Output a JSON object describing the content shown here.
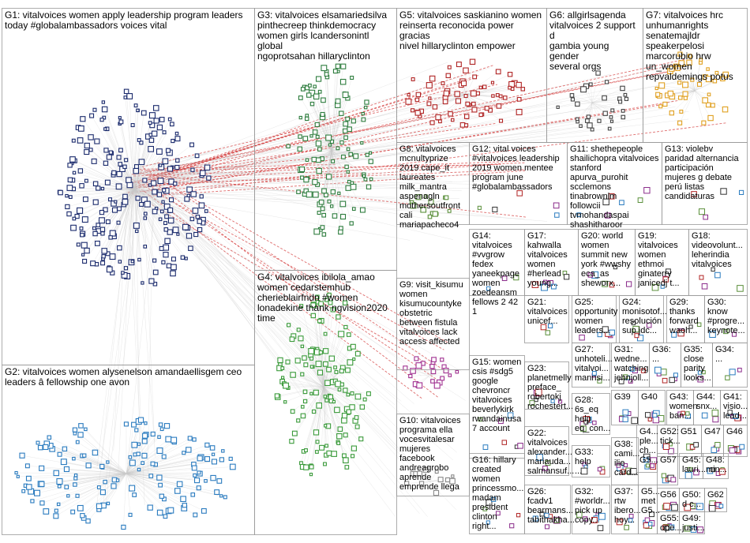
{
  "colors": {
    "G1": "#1a2a6c",
    "G2": "#2a7bbf",
    "G3": "#2e7d3e",
    "G4": "#3a9a3a",
    "G5": "#b02424",
    "G6": "#444444",
    "G7": "#e0a020",
    "G8": "#5a8f3a",
    "G9": "#a03090",
    "G10": "#8a8a8a",
    "edge": "#c8c8c8",
    "edge_strong": "#d23030",
    "border": "#999999"
  },
  "groups": [
    {
      "id": "G1",
      "text": "G1: vitalvoices women apply leadership program leaders\ntoday #globalambassadors voices vital"
    },
    {
      "id": "G2",
      "text": "G2: vitalvoices women alysenelson amandaellisgem ceo\nleaders â fellowship one avon"
    },
    {
      "id": "G3",
      "text": "G3: vitalvoices elsamariedsilva\npinthecreep thinkdemocracy\nwomen girls lcandersonintl global\nngoprotsahan hillaryclinton"
    },
    {
      "id": "G4",
      "text": "G4: vitalvoices ibilola_amao\nwomen cedarstemhub\ncherieblairfndn #women\nlonadekine thank ngvision2020\ntime"
    },
    {
      "id": "G5",
      "text": "G5: vitalvoices saskianino women\nreinserta reconocida power gracias\nnivel hillaryclinton empower"
    },
    {
      "id": "G6",
      "text": "G6: allgirlsagenda\nvitalvoices 2 support d\ngambia young gender\nseveral orgs"
    },
    {
      "id": "G7",
      "text": "G7: vitalvoices hrc\nunhumanrights\nsenatemajldr\nspeakerpelosi\nmarcorubio hrw\nun_women\nrepvaldemings potus"
    },
    {
      "id": "G8",
      "text": "G8: vitalvoices\nmcnultyprize\n2019 cape_it\nlaureates\nmilk_mantra\naspenagln\nmothersoutfront\ncali\nmariapacheco4"
    },
    {
      "id": "G12",
      "text": "G12: vital voices\n#vitalvoices leadership\n2019 women mentee\nprogram june\n#globalambassadors"
    },
    {
      "id": "G11",
      "text": "G11: shethepeople\nshailichopra vitalvoices\nstanford\napurva_purohit\nscclemons tinabrownlm\nfollowcii\ntvmohandaspai\nshashitharoor"
    },
    {
      "id": "G13",
      "text": "G13: violebv\nparidad alternancia\nparticipación\nmujeres g debate\nperú listas\ncandidaturas"
    },
    {
      "id": "G14",
      "text": "G14:\nvitalvoices\n#vvgrow\nfedex\nyaneekpage\nwomen\nzoedeansm\nfellows 2 42\n1"
    },
    {
      "id": "G17",
      "text": "G17:\nkahwalla\nvitalvoices\nwomen\n#herlead\nyoung..."
    },
    {
      "id": "G20",
      "text": "G20: world\nwomen\nsummit new\nyork #wwshy\neca_as\nsheworx..."
    },
    {
      "id": "G19",
      "text": "G19:\nvitalvoices\nwomen\nethmoi\nginaterry\njanicedj t..."
    },
    {
      "id": "G18",
      "text": "G18:\nvideovolunt...\nleherindia\nvitalvoices"
    },
    {
      "id": "G9",
      "text": "G9: visit_kisumu\nwomen\nkisumucountyke\nobstetric\nbetween fistula\nvitalvoices lack\naccess affected"
    },
    {
      "id": "G21",
      "text": "G21:\nvitalvoices\nunicef..."
    },
    {
      "id": "G25",
      "text": "G25:\nopportunity\nwomen\nleaders..."
    },
    {
      "id": "G24",
      "text": "G24:\nmonisotof...\nresolución\nsup jdc..."
    },
    {
      "id": "G29",
      "text": "G29:\nthanks\nforward\nwaoh..."
    },
    {
      "id": "G30",
      "text": "G30:\nknow\n#progre...\nkeynote..."
    },
    {
      "id": "G15",
      "text": "G15: women\ncsis #sdg5\ngoogle\nchevroncr\nvitalvoices\nbeverlykirk\nrwandainusa\n7 account"
    },
    {
      "id": "G23",
      "text": "G23:\nplanetmelly\npreface_\nrobertokj\nrochestert..."
    },
    {
      "id": "G27",
      "text": "G27:\nunhoteli...\nvitalvoi...\nmannsi..."
    },
    {
      "id": "G31",
      "text": "G31:\nwedne...\nwatching\njehnjoll..."
    },
    {
      "id": "G36",
      "text": "G36:\n..."
    },
    {
      "id": "G35",
      "text": "G35:\nclose\nparity\nlooks..."
    },
    {
      "id": "G34",
      "text": "G34:\n..."
    },
    {
      "id": "G28",
      "text": "G28:\n6s_eq\nhelp\neq_con..."
    },
    {
      "id": "G39",
      "text": "G39"
    },
    {
      "id": "G40",
      "text": "G40"
    },
    {
      "id": "G43",
      "text": "G43:\nwomen\nban..."
    },
    {
      "id": "G44",
      "text": "G44:\nsnx..."
    },
    {
      "id": "G41",
      "text": "G41:\nvisio...\nlead..."
    },
    {
      "id": "G10",
      "text": "G10: vitalvoices\nprograma ella\nvocesvitalesar\nmujeres\nfacebook\nandreagrobo\naprende\nemprende llega"
    },
    {
      "id": "G22",
      "text": "G22:\nvitalvoices\nalexander...\nmariauda...\nsalmansuf..."
    },
    {
      "id": "G33",
      "text": "G33:\nhelp\n..."
    },
    {
      "id": "G38",
      "text": "G38:\ncami...\nilie\ncard..."
    },
    {
      "id": "G42",
      "text": "G4...\nple...\nch...\nG5..."
    },
    {
      "id": "G52",
      "text": "G52:\ntick..."
    },
    {
      "id": "G51",
      "text": "G51"
    },
    {
      "id": "G47",
      "text": "G47"
    },
    {
      "id": "G46",
      "text": "G46"
    },
    {
      "id": "G45",
      "text": "G45:\nlauri..."
    },
    {
      "id": "G48",
      "text": "G48:\nmin..."
    },
    {
      "id": "G57",
      "text": "G57"
    },
    {
      "id": "G16",
      "text": "G16: hillary\ncreated\nwomen\nprincessmo...\nmadam\npresident\nclinton right..."
    },
    {
      "id": "G26",
      "text": "G26:\nfcadv1\nbearmans...\ntabithakha..."
    },
    {
      "id": "G32",
      "text": "G32:\n#worldr...\npick up\ncopy..."
    },
    {
      "id": "G37",
      "text": "G37:\nrtw\nibero...\nhoy..."
    },
    {
      "id": "G50",
      "text": "G50:\nd c..."
    },
    {
      "id": "G56",
      "text": "G56"
    },
    {
      "id": "G62",
      "text": "G62"
    },
    {
      "id": "G49",
      "text": "G49:\njusti..."
    },
    {
      "id": "G55",
      "text": "G55:\nope..."
    },
    {
      "id": "G53",
      "text": "G5...\nmet\nG5..."
    }
  ]
}
